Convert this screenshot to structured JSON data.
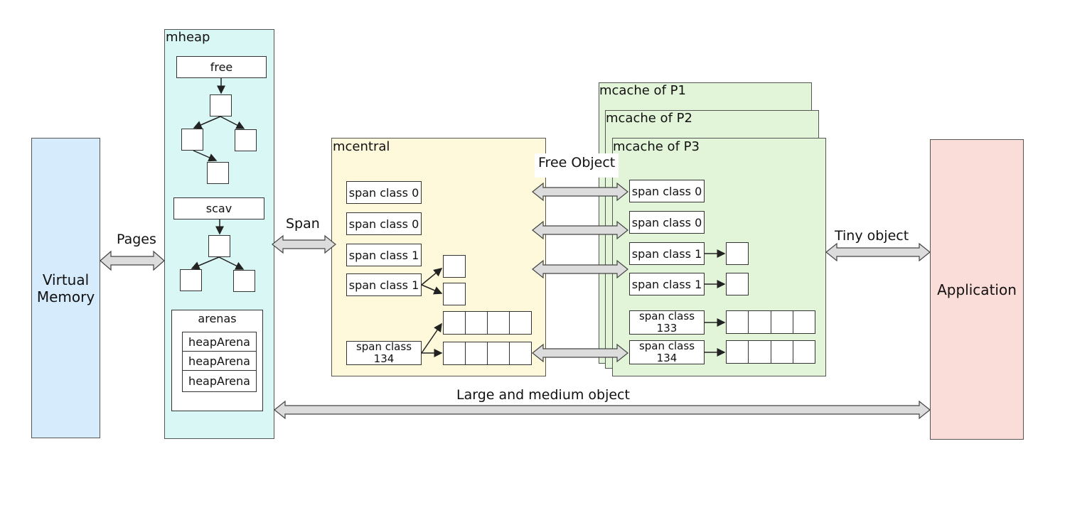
{
  "virtual_memory": {
    "label": "Virtual\nMemory",
    "color": "#d6ebfb"
  },
  "mheap": {
    "title": "mheap",
    "free_label": "free",
    "scav_label": "scav",
    "arenas": {
      "title": "arenas",
      "items": [
        "heapArena",
        "heapArena",
        "heapArena"
      ]
    },
    "color": "#d9f7f5"
  },
  "mcentral": {
    "title": "mcentral",
    "span_classes": [
      "span class 0",
      "span class 0",
      "span class 1",
      "span class 1",
      "span class\n134"
    ],
    "color": "#fdf9da"
  },
  "mcache": {
    "titles": [
      "mcache of P1",
      "mcache of P2",
      "mcache of P3"
    ],
    "span_classes": [
      "span class 0",
      "span class 0",
      "span class 1",
      "span class 1",
      "span class\n133",
      "span class\n134"
    ],
    "color": "#e2f5d9"
  },
  "application": {
    "label": "Application",
    "color": "#fadcd8"
  },
  "arrows": {
    "pages": "Pages",
    "span": "Span",
    "free_object": "Free Object",
    "tiny_object": "Tiny object",
    "large_medium": "Large and medium object"
  }
}
